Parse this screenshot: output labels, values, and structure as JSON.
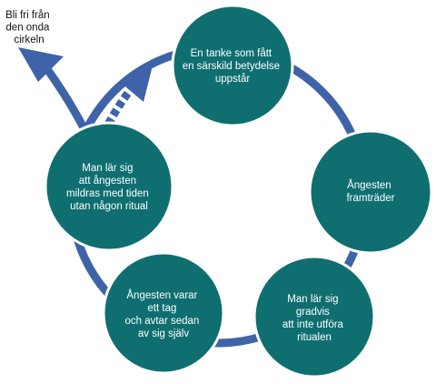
{
  "diagram": {
    "colors": {
      "node_fill": "#0f6e70",
      "node_border": "#ffffff",
      "ring": "#3f63a8",
      "arrow": "#3f63a8",
      "node_text": "#ffffff",
      "label_text": "#111111"
    },
    "escape_label": {
      "lines": [
        "Bli fri från",
        "den onda",
        "cirkeln"
      ]
    },
    "nodes": [
      {
        "id": "thought",
        "lines": [
          "En tanke som fått",
          "en särskild betydelse",
          "uppstår"
        ]
      },
      {
        "id": "anxiety-appears",
        "lines": [
          "Ångesten",
          "framträder"
        ]
      },
      {
        "id": "stop-rituals",
        "lines": [
          "Man lär sig",
          "gradvis",
          "att inte utföra",
          "ritualen"
        ]
      },
      {
        "id": "anxiety-fades",
        "lines": [
          "Ångesten varar",
          "ett tag",
          "och avtar sedan",
          "av sig själv"
        ]
      },
      {
        "id": "learn-anxiety-eases",
        "lines": [
          "Man lär sig",
          "att ångesten",
          "mildras med tiden",
          "utan någon ritual"
        ]
      }
    ]
  }
}
